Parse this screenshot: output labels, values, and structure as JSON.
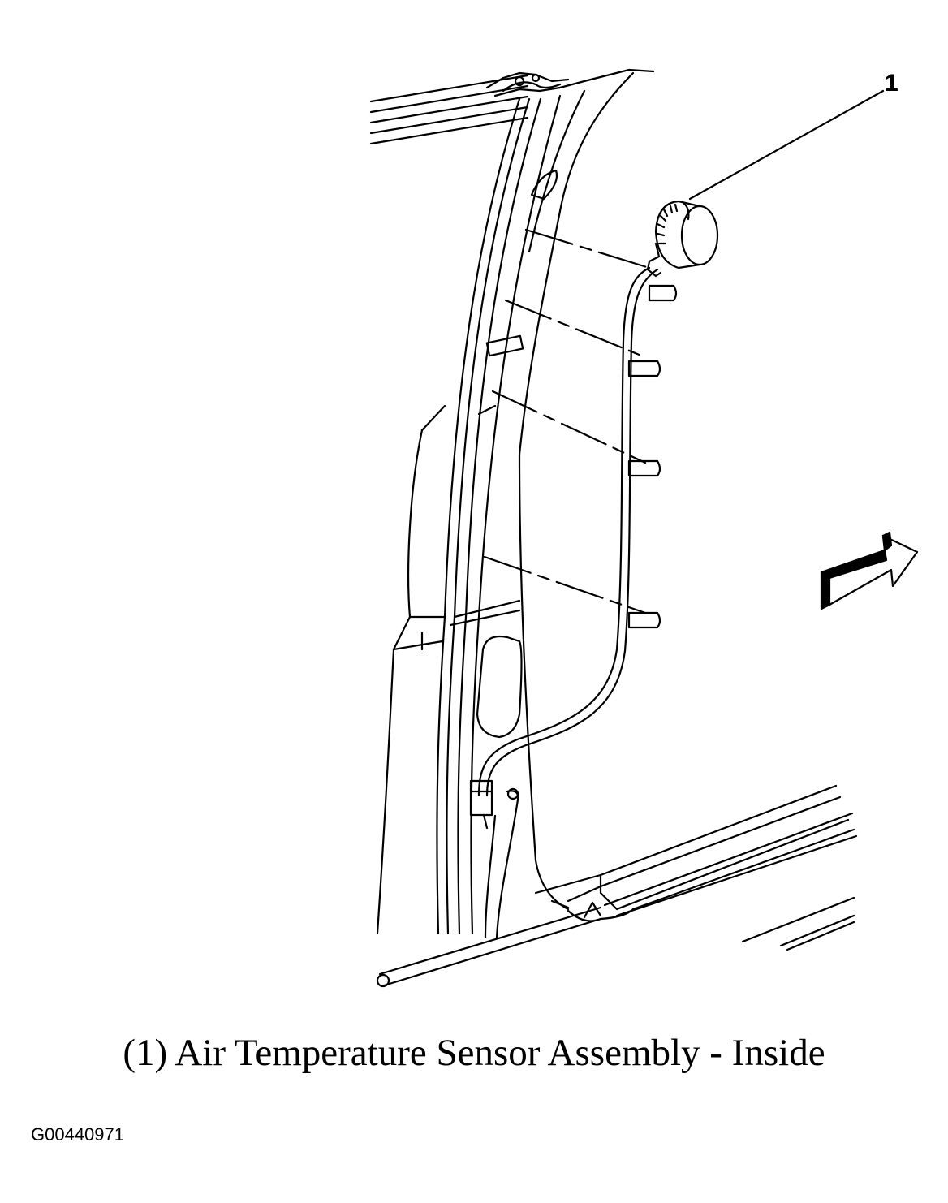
{
  "callout": {
    "number": "1"
  },
  "caption": "(1) Air Temperature Sensor Assembly - Inside",
  "figure_id": "G00440971",
  "icons": [
    "temperature-sensor-icon",
    "direction-arrow-icon"
  ],
  "colors": {
    "ink": "#000000",
    "background": "#ffffff"
  }
}
